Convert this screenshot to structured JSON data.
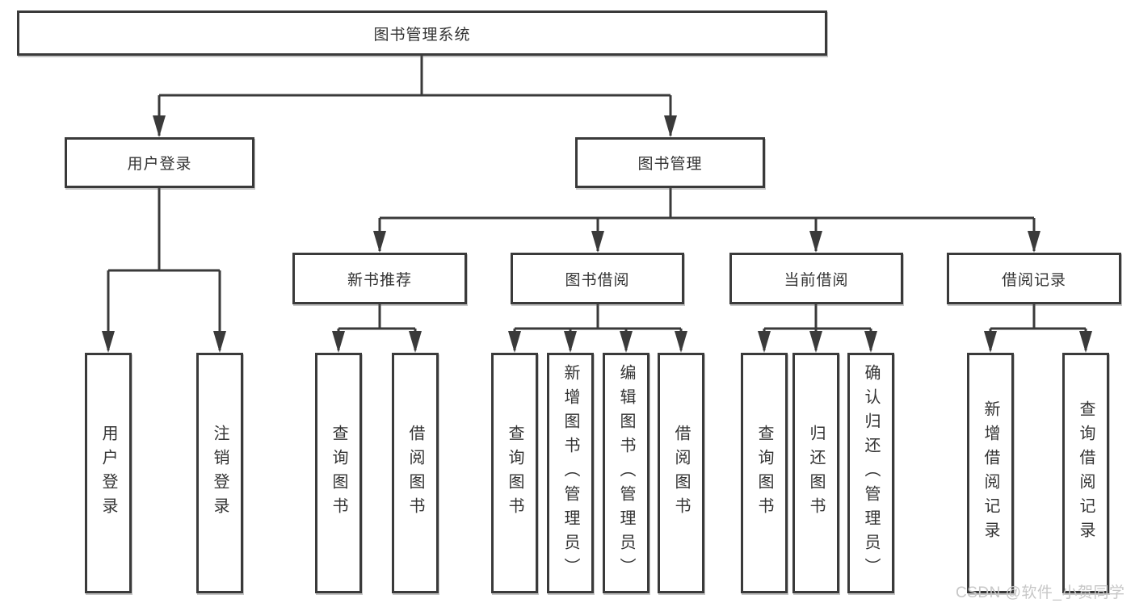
{
  "colors": {
    "line": "#3a3a3a",
    "text": "#333333",
    "watermark": "#c7c7c7",
    "background": "#ffffff"
  },
  "diagram": {
    "root": "图书管理系统",
    "branches": [
      {
        "label": "用户登录",
        "children": [
          "用户登录",
          "注销登录"
        ]
      },
      {
        "label": "图书管理",
        "sections": [
          {
            "label": "新书推荐",
            "children": [
              "查询图书",
              "借阅图书"
            ]
          },
          {
            "label": "图书借阅",
            "children": [
              "查询图书",
              "新增图书（管理员）",
              "编辑图书（管理员）",
              "借阅图书"
            ]
          },
          {
            "label": "当前借阅",
            "children": [
              "查询图书",
              "归还图书",
              "确认归还（管理员）"
            ]
          },
          {
            "label": "借阅记录",
            "children": [
              "新增借阅记录",
              "查询借阅记录"
            ]
          }
        ]
      }
    ]
  },
  "watermark": "CSDN @软件_小贺同学"
}
